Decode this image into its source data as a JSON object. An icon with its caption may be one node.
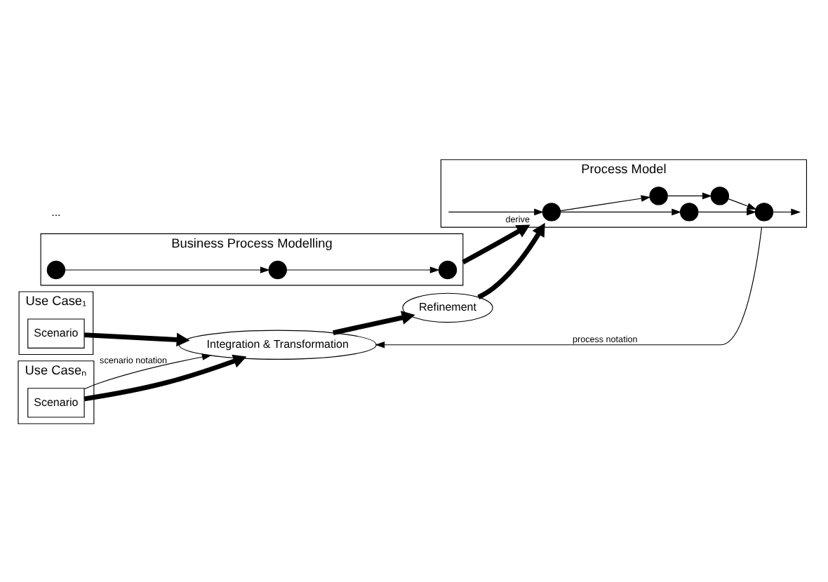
{
  "diagram": {
    "nodes": [
      {
        "text": [
          "Use Case₁"
        ]
      },
      {
        "text": [
          "Scenario"
        ],
        "in": 0
      },
      {
        "text": [
          "Use Caseₙ"
        ]
      },
      {
        "text": [
          "Scenario"
        ],
        "in": 2
      },
      {
        "text": [
          "Integration & Transformation"
        ]
      },
      {
        "text": [
          "Refinement"
        ]
      },
      {
        "text": [
          "Process Model"
        ]
      },
      {
        "text": [],
        "shape": "circle",
        "in": 6
      },
      {
        "text": [],
        "shape": "circle",
        "in": 6
      },
      {
        "text": [],
        "shape": "circle",
        "in": 6
      },
      {
        "text": [],
        "shape": "circle",
        "in": 6
      },
      {
        "text": [],
        "shape": "circle",
        "in": 6
      },
      {
        "text": [
          "Business Process Modelling"
        ]
      },
      {
        "text": [],
        "shape": "circle",
        "in": 12
      },
      {
        "text": [],
        "shape": "circle",
        "in": 12
      },
      {
        "text": [],
        "shape": "circle",
        "in": 12
      }
    ],
    "edges": [
      {
        "from": 1,
        "to": 4,
        "arrow": "to",
        "style": "thick"
      },
      {
        "from": 3,
        "to": 4,
        "arrow": "to",
        "style": "thick"
      },
      {
        "from": 6,
        "to": 4,
        "arrow": "to",
        "label": "process notation"
      },
      {
        "from": 3,
        "to": 4,
        "arrow": "to",
        "label": "scenario notation"
      },
      {
        "from": 4,
        "to": 5,
        "arrow": "to",
        "style": "thick"
      },
      {
        "from": 5,
        "to": 6,
        "arrow": "to",
        "style": "thick"
      },
      {
        "from": 6,
        "to": 7,
        "arrow": "to"
      },
      {
        "from": 7,
        "to": 8,
        "arrow": "to"
      },
      {
        "from": 7,
        "to": 9,
        "arrow": "to"
      },
      {
        "from": 9,
        "to": 10,
        "arrow": "to"
      },
      {
        "from": 8,
        "to": 11,
        "arrow": "to"
      },
      {
        "from": 10,
        "to": 11,
        "arrow": "to"
      },
      {
        "from": 11,
        "to": 6,
        "arrow": "to"
      },
      {
        "from": 13,
        "to": 14,
        "arrow": "to"
      },
      {
        "from": 14,
        "to": 15,
        "arrow": "to"
      },
      {
        "from": 12,
        "to": 6,
        "arrow": "to",
        "label": "derive",
        "style": "thick"
      }
    ],
    "labels": [
      "..."
    ]
  }
}
